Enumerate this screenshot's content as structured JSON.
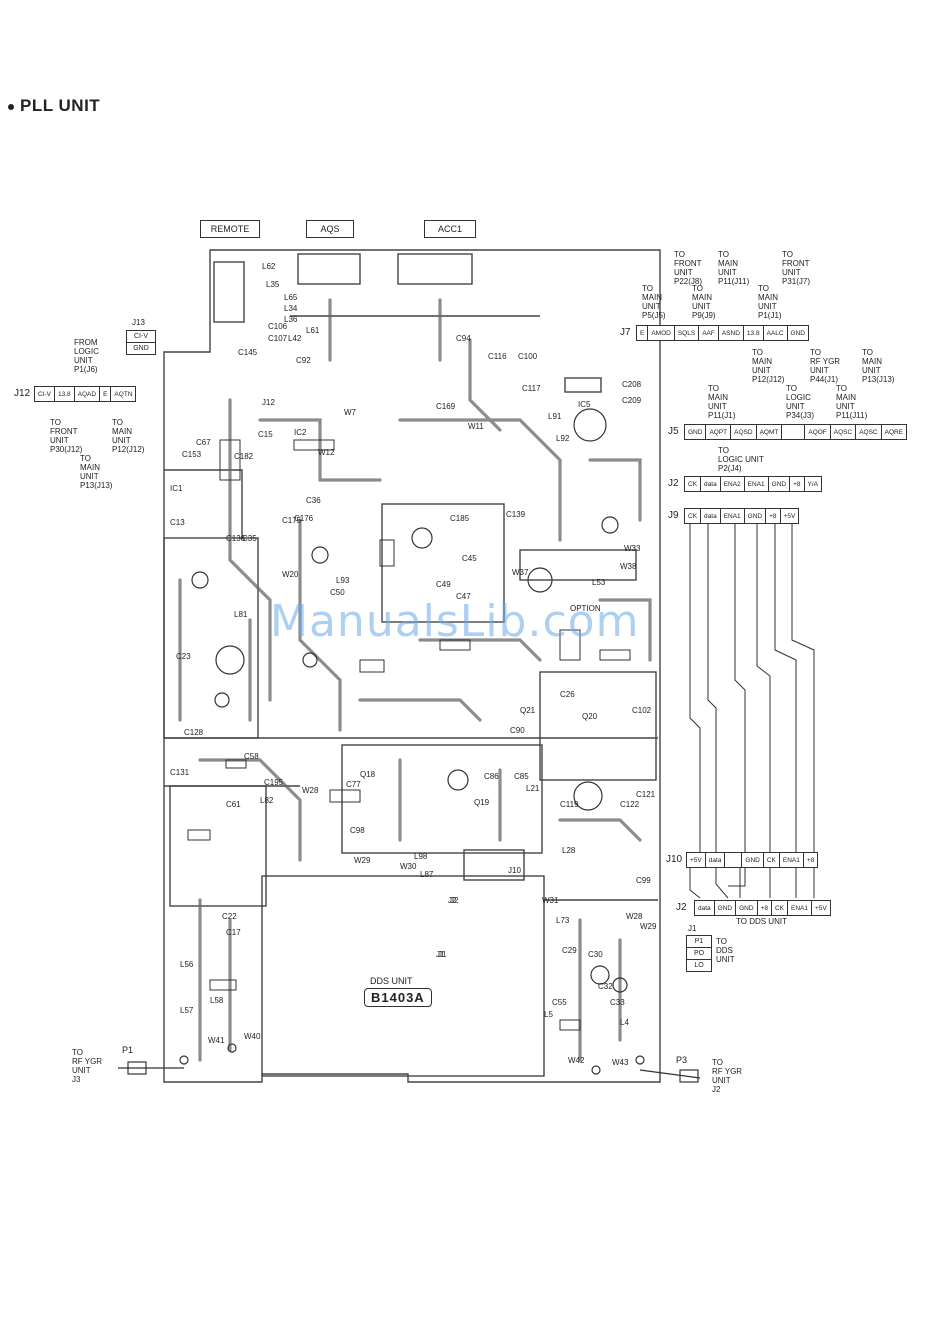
{
  "title": "PLL UNIT",
  "watermark": "ManualsLib.com",
  "top_connectors": [
    "REMOTE",
    "AQS",
    "ACC1"
  ],
  "j13": {
    "name": "J13",
    "pins": [
      "CI-V",
      "GND"
    ],
    "note": "FROM\nLOGIC\nUNIT\nP1(J6)"
  },
  "j12": {
    "name": "J12",
    "pins": [
      "CI-V",
      "13.8",
      "AQAD",
      "E",
      "AQTN"
    ],
    "notes": [
      "TO\nFRONT\nUNIT\nP30(J12)",
      "TO\nMAIN\nUNIT\nP13(J13)",
      "TO\nMAIN\nUNIT\nP12(J12)"
    ]
  },
  "j7": {
    "name": "J7",
    "pins": [
      "E",
      "AMOD",
      "SQLS",
      "AAF",
      "ASND",
      "13.8",
      "AALC",
      "GND"
    ],
    "notes": [
      "TO\nMAIN\nUNIT\nP5(J5)",
      "TO\nFRONT\nUNIT\nP22(J8)",
      "TO\nMAIN\nUNIT\nP9(J9)",
      "TO\nMAIN\nUNIT\nP11(J11)",
      "TO\nMAIN\nUNIT\nP1(J1)",
      "TO\nFRONT\nUNIT\nP31(J7)"
    ]
  },
  "j5": {
    "name": "J5",
    "pins": [
      "GND",
      "AQPT",
      "AQSD",
      "AQMT",
      "",
      "AQOF",
      "AQSC",
      "AQSC",
      "AQRE"
    ],
    "notes": [
      "TO\nMAIN\nUNIT\nP11(J1)",
      "TO\nMAIN\nUNIT\nP12(J12)",
      "TO\nLOGIC\nUNIT\nP34(J3)",
      "TO\nRF YGR\nUNIT\nP44(J1)",
      "TO\nMAIN\nUNIT\nP11(J11)",
      "TO\nMAIN\nUNIT\nP13(J13)"
    ]
  },
  "j2_top": {
    "name": "J2",
    "pins": [
      "CK",
      "data",
      "ENA2",
      "ENA1",
      "GND",
      "+8",
      "Y/A"
    ],
    "note": "TO\nLOGIC UNIT\nP2(J4)"
  },
  "j9": {
    "name": "J9",
    "pins": [
      "CK",
      "data",
      "ENA1",
      "GND",
      "+8",
      "+5V"
    ]
  },
  "j10": {
    "name": "J10",
    "pins": [
      "+5V",
      "data",
      "",
      "GND",
      "CK",
      "ENA1",
      "+8"
    ]
  },
  "j2_bottom": {
    "name": "J2",
    "pins": [
      "data",
      "GND",
      "GND",
      "+8",
      "CK",
      "ENA1",
      "+5V"
    ],
    "note": "TO DDS UNIT"
  },
  "j1": {
    "name": "J1",
    "pins": [
      "P1",
      "PO",
      "LO"
    ],
    "note": "TO\nDDS\nUNIT"
  },
  "p1": {
    "name": "P1",
    "note": "TO\nRF YGR\nUNIT\nJ3"
  },
  "p3": {
    "name": "P3",
    "note": "TO\nRF YGR\nUNIT\nJ2"
  },
  "dds_unit": {
    "label": "DDS UNIT",
    "badge": "B1403A",
    "j2": "J2",
    "j1": "J1"
  },
  "board_labels": [
    "L62",
    "L35",
    "L65",
    "L34",
    "L36",
    "C106",
    "C107",
    "L42",
    "L61",
    "C145",
    "C92",
    "C94",
    "C116",
    "C100",
    "C117",
    "C208",
    "C209",
    "IC5",
    "J12",
    "IC2",
    "C153",
    "IC1",
    "C67",
    "C15",
    "C182",
    "W12",
    "W7",
    "C169",
    "W11",
    "L91",
    "L92",
    "C176",
    "C36",
    "C35",
    "C139",
    "C175",
    "C23",
    "C13",
    "C136",
    "C185",
    "C45",
    "C49",
    "C47",
    "W37",
    "W33",
    "W38",
    "OPTION",
    "W20",
    "L93",
    "C50",
    "L53",
    "L81",
    "C90",
    "C128",
    "C26",
    "C102",
    "Q21",
    "Q20",
    "C131",
    "C58",
    "C195",
    "W28",
    "L82",
    "C77",
    "Q18",
    "Q19",
    "C86",
    "C85",
    "L21",
    "C98",
    "C119",
    "C122",
    "C121",
    "L28",
    "W29",
    "W30",
    "L98",
    "L87",
    "J10",
    "C99",
    "W31",
    "L73",
    "C61",
    "C17",
    "C22",
    "L57",
    "L56",
    "L58",
    "W41",
    "W40",
    "C29",
    "C30",
    "C32",
    "C33",
    "W42",
    "W43",
    "L5",
    "L4",
    "C55",
    "J2",
    "J1",
    "W28",
    "W29"
  ]
}
